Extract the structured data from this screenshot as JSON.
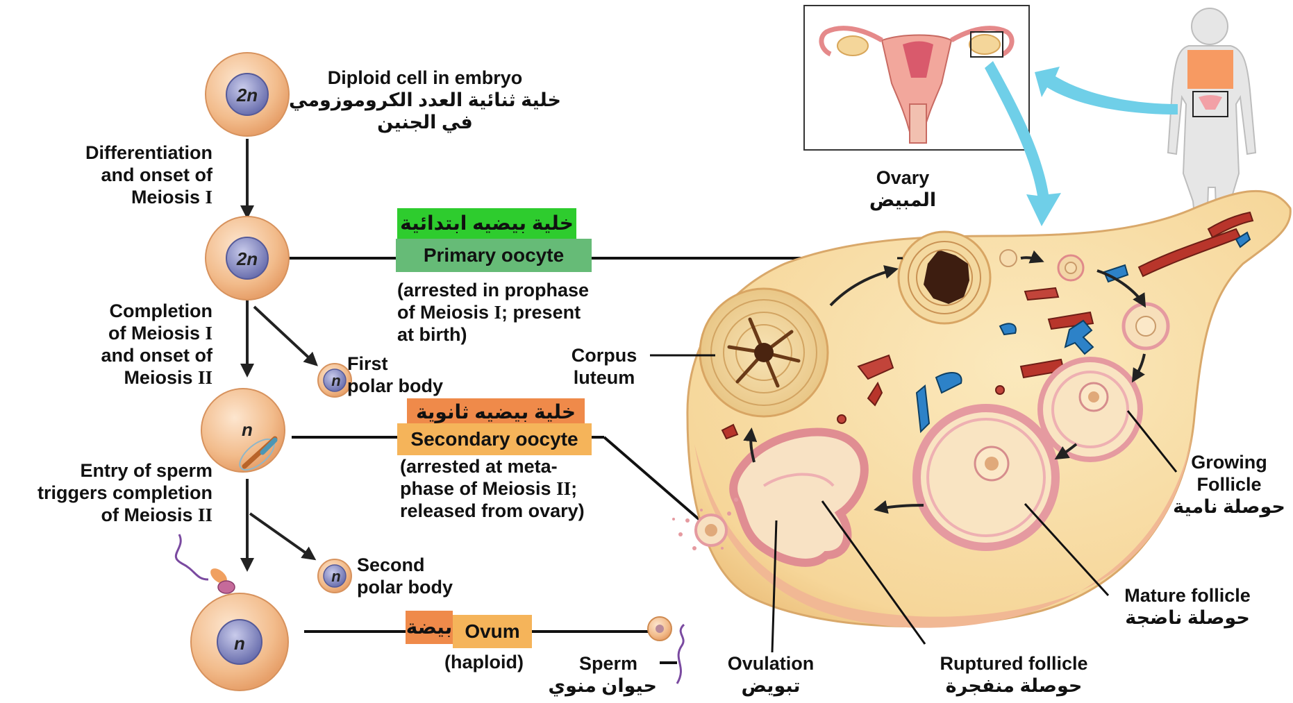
{
  "colors": {
    "cell_fill": "#f0b888",
    "nucleus_fill": "#8a8ec4",
    "green_dark": "#2ecc2e",
    "green_box": "#66bb77",
    "orange_dark": "#ef8a4a",
    "orange_box": "#f5b45a",
    "arrow_blue": "#6fcfe8",
    "ovary_fill": "#f8dfa6",
    "follicle_pink": "#e6959a"
  },
  "cells": {
    "c1": "2n",
    "c2": "2n",
    "c3": "n",
    "c4": "n",
    "polar1": "n",
    "polar2": "n"
  },
  "left": {
    "diploid_en": "Diploid cell in embryo",
    "diploid_ar1": "خلية ثنائية العدد الكروموزومي",
    "diploid_ar2": "في الجنين",
    "diff1": "Differentiation",
    "diff2": "and onset of",
    "diff3_pre": "Meiosis ",
    "diff3_roman": "I",
    "comp1": "Completion",
    "comp2_pre": "of Meiosis ",
    "comp2_roman": "I",
    "comp3": "and onset of",
    "comp4_pre": "Meiosis ",
    "comp4_roman": "II",
    "first_polar1": "First",
    "first_polar2": "polar body",
    "entry1": "Entry of sperm",
    "entry2": "triggers completion",
    "entry3_pre": "of Meiosis ",
    "entry3_roman": "II",
    "second_polar1": "Second",
    "second_polar2": "polar body"
  },
  "boxes": {
    "primary_ar": "خلية بيضيه ابتدائية",
    "primary_en": "Primary oocyte",
    "primary_note1": "(arrested in prophase",
    "primary_note2_pre": "of Meiosis ",
    "primary_note2_roman": "I",
    "primary_note2_post": "; present",
    "primary_note3": "at birth)",
    "secondary_ar": "خلية بيضيه ثانوية",
    "secondary_en": "Secondary oocyte",
    "secondary_note1": "(arrested at meta-",
    "secondary_note2_pre": "phase of Meiosis ",
    "secondary_note2_roman": "II",
    "secondary_note2_post": ";",
    "secondary_note3": "released from ovary)",
    "ovum_ar": "بيضة",
    "ovum_en": "Ovum",
    "ovum_note": "(haploid)"
  },
  "right": {
    "ovary_en": "Ovary",
    "ovary_ar": "المبيض",
    "corpus1": "Corpus",
    "corpus2": "luteum",
    "growing1": "Growing",
    "growing2": "Follicle",
    "growing_ar": "حوصلة نامية",
    "mature_en": "Mature follicle",
    "mature_ar": "حوصلة ناضجة",
    "ruptured_en": "Ruptured follicle",
    "ruptured_ar": "حوصلة منفجرة",
    "ovulation_en": "Ovulation",
    "ovulation_ar": "تبويض",
    "sperm_en": "Sperm",
    "sperm_ar": "حيوان منوي"
  }
}
